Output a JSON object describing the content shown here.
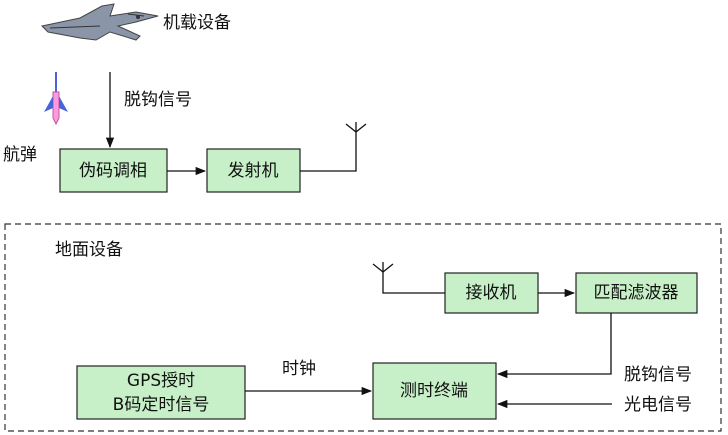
{
  "airborne": {
    "title": "机载设备",
    "missile_label": "航弹",
    "release_signal_label": "脱钩信号",
    "blocks": {
      "pn_modulator": "伪码调相",
      "transmitter": "发射机"
    }
  },
  "ground": {
    "title": "地面设备",
    "blocks": {
      "receiver": "接收机",
      "matched_filter": "匹配滤波器",
      "timing_terminal": "测时终端",
      "gps_line1": "GPS授时",
      "gps_line2": "B码定时信号"
    },
    "labels": {
      "clock": "时钟",
      "release_signal": "脱钩信号",
      "photoelectric_signal": "光电信号"
    }
  },
  "colors": {
    "block_fill": "#c8f0c8",
    "missile": "#ff99dd",
    "missile_wing": "#4a63d8",
    "aircraft": "#8a95a8"
  }
}
